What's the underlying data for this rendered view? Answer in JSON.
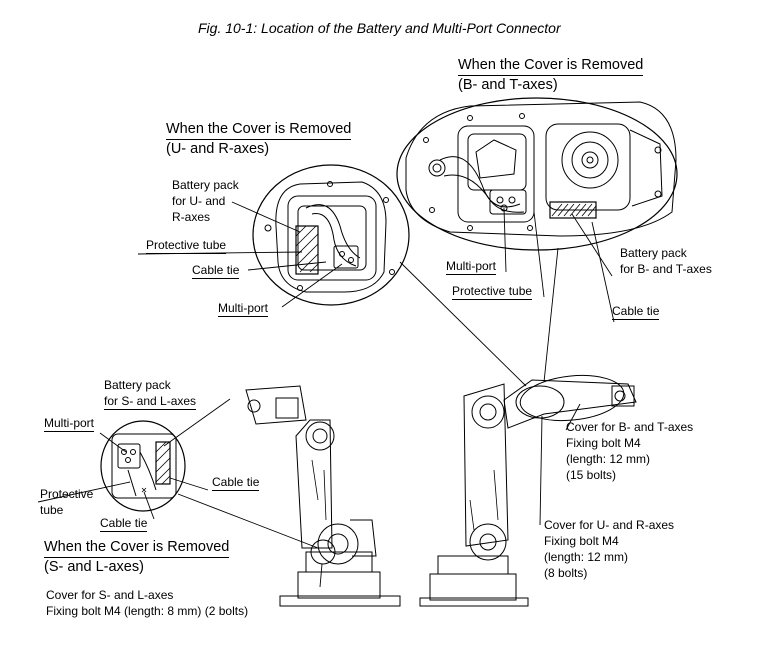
{
  "caption": "Fig. 10-1: Location of the Battery and Multi-Port Connector",
  "detail_bt": {
    "heading": "When the Cover is Removed",
    "subheading": "(B- and T-axes)",
    "labels": {
      "multiport": "Multi-port",
      "protective_tube": "Protective tube",
      "battery_line1": "Battery pack",
      "battery_line2": "for B- and T-axes",
      "cable_tie": "Cable tie"
    }
  },
  "detail_ur": {
    "heading": "When the Cover is Removed",
    "subheading": "(U- and R-axes)",
    "labels": {
      "battery_line1": "Battery pack",
      "battery_line2": "for U- and",
      "battery_line3": "R-axes",
      "protective_tube": "Protective tube",
      "cable_tie": "Cable tie",
      "multiport": "Multi-port"
    }
  },
  "detail_sl": {
    "heading": "When the Cover is Removed",
    "subheading": "(S- and L-axes)",
    "labels": {
      "battery_line1": "Battery pack",
      "battery_line2": "for S- and L-axes",
      "multiport": "Multi-port",
      "cable_tie_right": "Cable tie",
      "protective_line1": "Protective",
      "protective_line2": "tube",
      "cable_tie_bottom": "Cable tie"
    }
  },
  "covers": {
    "bt": {
      "line1": "Cover for B- and T-axes",
      "line2": "Fixing bolt M4",
      "line3": "(length: 12 mm)",
      "line4": "(15 bolts)"
    },
    "ur": {
      "line1": "Cover for U- and R-axes",
      "line2": "Fixing bolt M4",
      "line3": "(length: 12 mm)",
      "line4": "(8 bolts)"
    },
    "sl": {
      "line1": "Cover for S- and L-axes",
      "line2": "Fixing bolt M4 (length: 8 mm) (2 bolts)"
    }
  }
}
